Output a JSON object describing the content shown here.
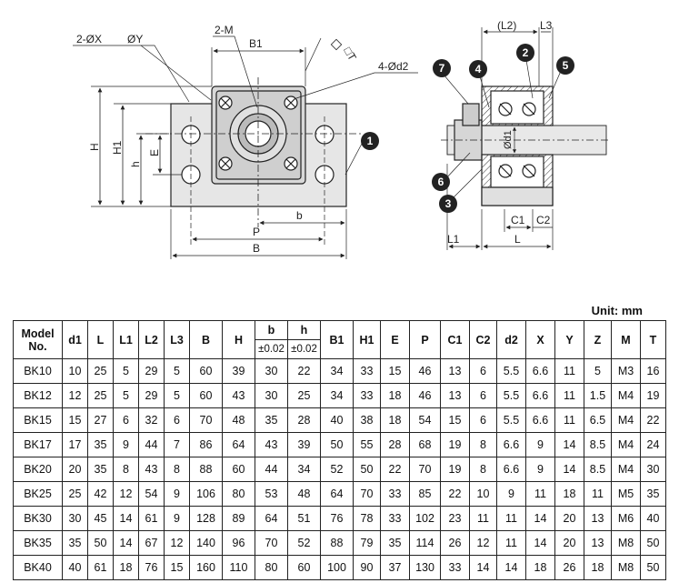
{
  "drawing": {
    "labels": {
      "two_dia_x": "2-ØX",
      "dia_y": "ØY",
      "two_m": "2-M",
      "b1": "B1",
      "t_box": "□T",
      "four_dia_d2": "4-Ød2",
      "h": "H",
      "h1": "H1",
      "h_small": "h",
      "e": "E",
      "b_small": "b",
      "p": "P",
      "b_big": "B",
      "l2": "(L2)",
      "l3": "L3",
      "d1": "Ød1",
      "c1": "C1",
      "c2": "C2",
      "l1": "L1",
      "l": "L"
    },
    "bubbles": [
      "1",
      "2",
      "3",
      "4",
      "5",
      "6",
      "7"
    ]
  },
  "unit": "Unit: mm",
  "table": {
    "headers": [
      "Model No.",
      "d1",
      "L",
      "L1",
      "L2",
      "L3",
      "B",
      "H",
      "b",
      "h",
      "B1",
      "H1",
      "E",
      "P",
      "C1",
      "C2",
      "d2",
      "X",
      "Y",
      "Z",
      "M",
      "T"
    ],
    "model_header_line1": "Model",
    "model_header_line2": "No.",
    "tolerance_b": "±0.02",
    "tolerance_h": "±0.02",
    "rows": [
      [
        "BK10",
        "10",
        "25",
        "5",
        "29",
        "5",
        "60",
        "39",
        "30",
        "22",
        "34",
        "33",
        "15",
        "46",
        "13",
        "6",
        "5.5",
        "6.6",
        "11",
        "5",
        "M3",
        "16"
      ],
      [
        "BK12",
        "12",
        "25",
        "5",
        "29",
        "5",
        "60",
        "43",
        "30",
        "25",
        "34",
        "33",
        "18",
        "46",
        "13",
        "6",
        "5.5",
        "6.6",
        "11",
        "1.5",
        "M4",
        "19"
      ],
      [
        "BK15",
        "15",
        "27",
        "6",
        "32",
        "6",
        "70",
        "48",
        "35",
        "28",
        "40",
        "38",
        "18",
        "54",
        "15",
        "6",
        "5.5",
        "6.6",
        "11",
        "6.5",
        "M4",
        "22"
      ],
      [
        "BK17",
        "17",
        "35",
        "9",
        "44",
        "7",
        "86",
        "64",
        "43",
        "39",
        "50",
        "55",
        "28",
        "68",
        "19",
        "8",
        "6.6",
        "9",
        "14",
        "8.5",
        "M4",
        "24"
      ],
      [
        "BK20",
        "20",
        "35",
        "8",
        "43",
        "8",
        "88",
        "60",
        "44",
        "34",
        "52",
        "50",
        "22",
        "70",
        "19",
        "8",
        "6.6",
        "9",
        "14",
        "8.5",
        "M4",
        "30"
      ],
      [
        "BK25",
        "25",
        "42",
        "12",
        "54",
        "9",
        "106",
        "80",
        "53",
        "48",
        "64",
        "70",
        "33",
        "85",
        "22",
        "10",
        "9",
        "11",
        "18",
        "11",
        "M5",
        "35"
      ],
      [
        "BK30",
        "30",
        "45",
        "14",
        "61",
        "9",
        "128",
        "89",
        "64",
        "51",
        "76",
        "78",
        "33",
        "102",
        "23",
        "11",
        "11",
        "14",
        "20",
        "13",
        "M6",
        "40"
      ],
      [
        "BK35",
        "35",
        "50",
        "14",
        "67",
        "12",
        "140",
        "96",
        "70",
        "52",
        "88",
        "79",
        "35",
        "114",
        "26",
        "12",
        "11",
        "14",
        "20",
        "13",
        "M8",
        "50"
      ],
      [
        "BK40",
        "40",
        "61",
        "18",
        "76",
        "15",
        "160",
        "110",
        "80",
        "60",
        "100",
        "90",
        "37",
        "130",
        "33",
        "14",
        "14",
        "18",
        "26",
        "18",
        "M8",
        "50"
      ]
    ]
  }
}
